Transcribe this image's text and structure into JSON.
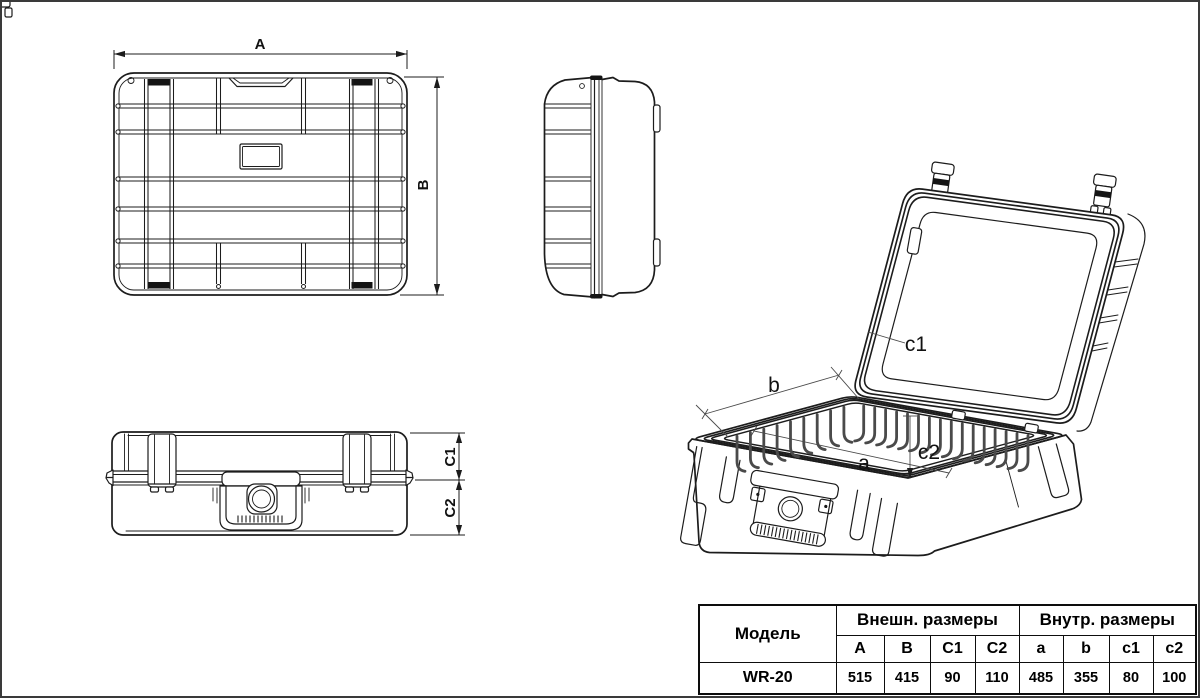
{
  "views": {
    "top": {
      "label_a": "A",
      "label_b": "B"
    },
    "front": {
      "label_c1": "C1",
      "label_c2": "C2"
    },
    "iso": {
      "label_a": "a",
      "label_b": "b",
      "label_c1": "c1",
      "label_c2": "c2"
    }
  },
  "table": {
    "model_header": "Модель",
    "external_header": "Внешн. размеры",
    "internal_header": "Внутр. размеры",
    "columns": [
      "A",
      "B",
      "C1",
      "C2",
      "a",
      "b",
      "c1",
      "c2"
    ],
    "rows": [
      {
        "model": "WR-20",
        "values": [
          "515",
          "415",
          "90",
          "110",
          "485",
          "355",
          "80",
          "100"
        ]
      }
    ]
  },
  "colors": {
    "line": "#1c1c1c",
    "background": "#ffffff",
    "border": "#3a3a3a",
    "rib_gray": "#4a4a4a"
  }
}
